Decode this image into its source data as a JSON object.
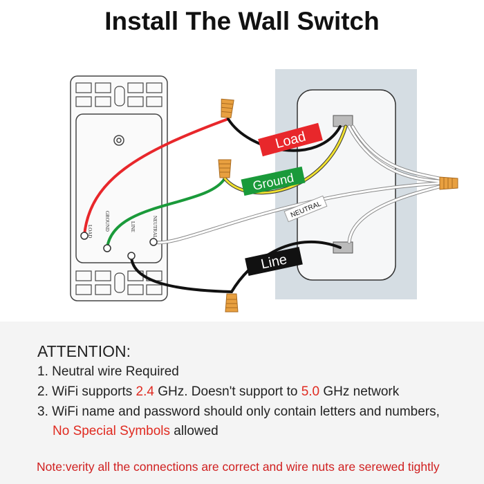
{
  "title": "Install The Wall Switch",
  "diagram": {
    "switch_terminals": [
      "LOAD",
      "GROUND",
      "LINE",
      "NEUTRAL"
    ],
    "wire_labels": {
      "load": "Load",
      "ground": "Ground",
      "neutral": "NEUTRAL",
      "line": "Line"
    },
    "colors": {
      "load": "#e8272b",
      "ground": "#1a9a3a",
      "line": "#111111",
      "neutral": "#ffffff",
      "wall_box": "#d5dde3",
      "wire_nut": "#e8a040"
    }
  },
  "attention": {
    "heading": "ATTENTION:",
    "item1": "1. Neutral wire Required",
    "item2_pre": "2. WiFi supports ",
    "item2_v1": "2.4",
    "item2_mid": " GHz. Doesn't support to ",
    "item2_v2": "5.0",
    "item2_post": " GHz network",
    "item3": "3. WiFi name and password should only contain letters and numbers,",
    "item3b_red": "No Special Symbols",
    "item3b_post": " allowed"
  },
  "note": "Note:verity all the connections are correct and wire nuts are serewed tightly"
}
